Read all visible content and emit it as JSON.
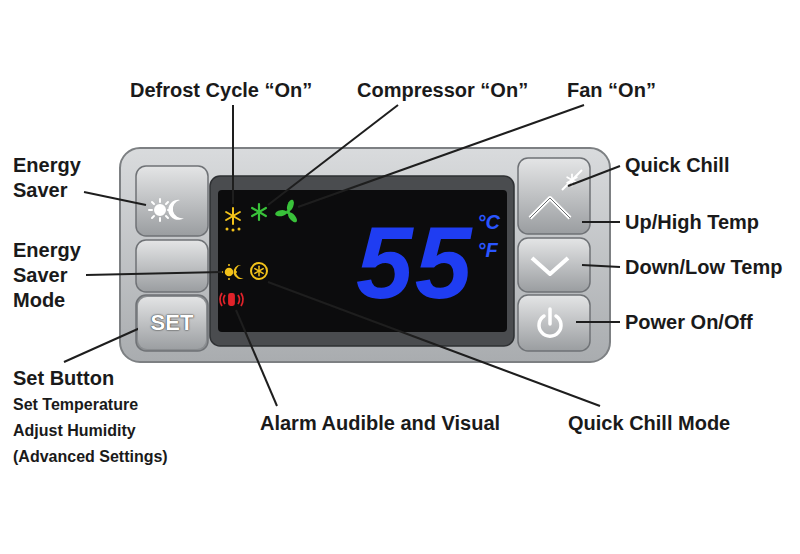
{
  "diagram": {
    "nodes": [
      {
        "text": [
          "55",
          "°C",
          "°F"
        ]
      },
      {
        "text": [
          "SET"
        ]
      }
    ],
    "labels": [
      "Defrost Cycle “On”",
      "Compressor “On”",
      "Fan “On”",
      "Energy Saver",
      "Quick Chill",
      "Up/High Temp",
      "Energy Saver Mode",
      "Down/Low Temp",
      "Power On/Off",
      "Set Button",
      "Set Temperature",
      "Adjust Humidity",
      "(Advanced Settings)",
      "Alarm Audible and Visual",
      "Quick Chill Mode"
    ]
  }
}
